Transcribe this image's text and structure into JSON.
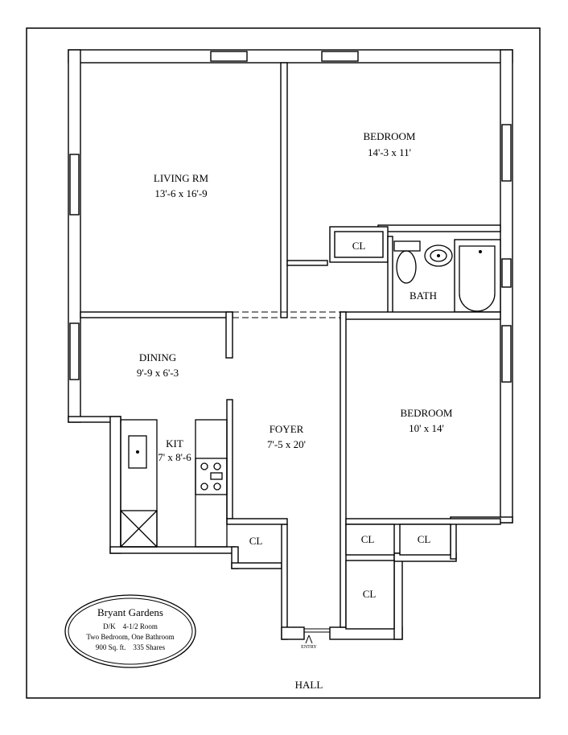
{
  "rooms": {
    "living": {
      "name": "LIVING RM",
      "dims": "13'-6 x 16'-9"
    },
    "bedroom1": {
      "name": "BEDROOM",
      "dims": "14'-3 x 11'"
    },
    "bath": {
      "name": "BATH"
    },
    "bedroom2": {
      "name": "BEDROOM",
      "dims": "10' x 14'"
    },
    "dining": {
      "name": "DINING",
      "dims": "9'-9 x 6'-3"
    },
    "kitchen": {
      "name": "KIT",
      "dims": "7' x 8'-6"
    },
    "foyer": {
      "name": "FOYER",
      "dims": "7'-5 x 20'"
    },
    "closets": [
      "CL",
      "CL",
      "CL",
      "CL",
      "CL"
    ]
  },
  "entry_label": "ENTRY",
  "hall_label": "HALL",
  "legend": {
    "title": "Bryant Gardens",
    "line1": "D/K    4-1/2 Room",
    "line2": "Two Bedroom, One Bathroom",
    "line3": "900 Sq. ft.    335 Shares"
  }
}
